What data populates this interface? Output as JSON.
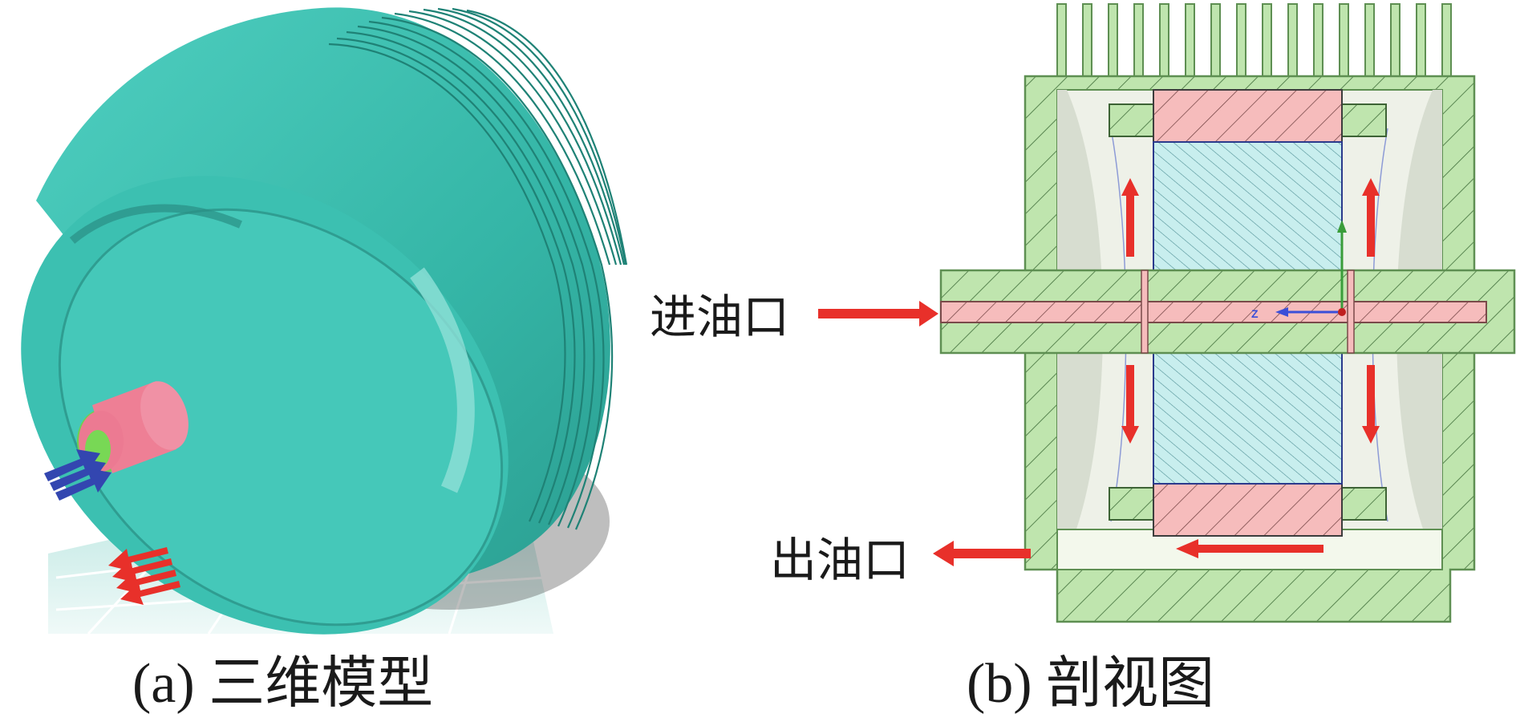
{
  "panel_a": {
    "caption": "(a)  三维模型"
  },
  "panel_b": {
    "caption": "(b)  剖视图",
    "inlet_label": "进油口",
    "outlet_label": "出油口",
    "axis_label": "Z"
  },
  "colors": {
    "teal": "#3dbfb0",
    "teal_dark": "#2a9d90",
    "teal_light": "#7ed9cf",
    "green": "#b9e3a8",
    "green_stroke": "#5e8f52",
    "pink": "#f4b9b9",
    "hatch_blue": "#c4ecec",
    "arrow_red": "#e8302a",
    "arrow_blue": "#3346b0",
    "grey": "#e7ebe1"
  }
}
